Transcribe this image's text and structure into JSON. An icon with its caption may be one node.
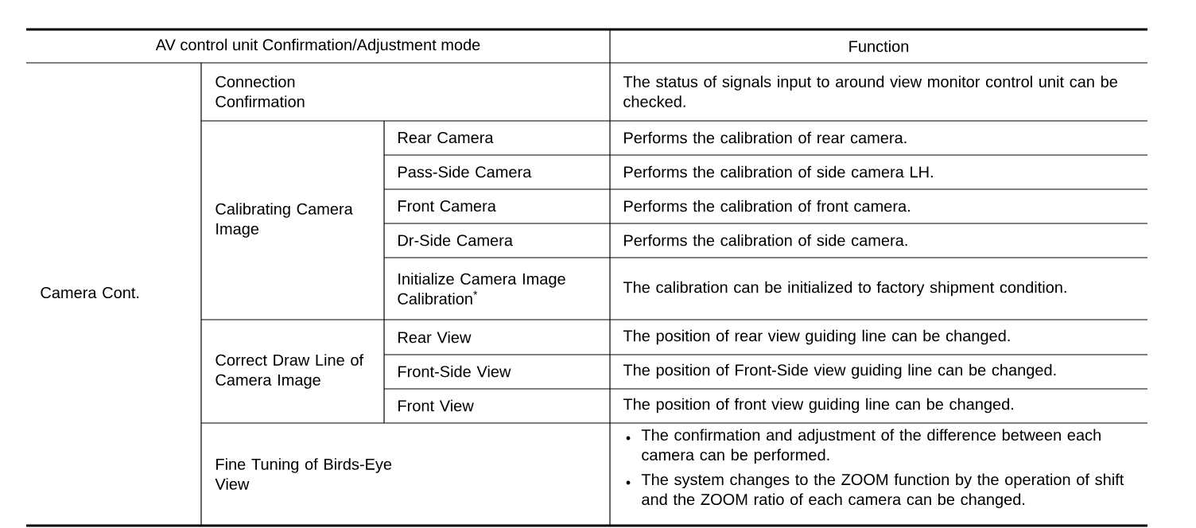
{
  "diagram": {
    "labels": [
      "AV control unit Confirmation/Adjustment mode",
      "Function",
      "Camera Cont.",
      "Connection Confirmation",
      "The status of signals input to around view monitor control unit can be checked.",
      "Calibrating Camera Image",
      "Rear Camera",
      "Performs the calibration of rear camera.",
      "Pass-Side Camera",
      "Performs the calibration of side camera LH.",
      "Front Camera",
      "Performs the calibration of front camera.",
      "Dr-Side Camera",
      "Performs the calibration of side camera.",
      "Initialize Camera Image Calibration$^{*}$",
      "The calibration can be initialized to factory shipment condition.",
      "Correct Draw Line of Camera Image",
      "Rear View",
      "The position of rear view guiding line can be changed.",
      "Front-Side View",
      "The position of Front-Side view guiding line can be changed.",
      "Front View",
      "The position of front view guiding line can be changed.",
      "Fine Tuning of Birds-Eye View",
      "The confirmation and adjustment of the difference between each camera can be performed.",
      "The system changes to the ZOOM function by the operation of shift and the ZOOM ratio of each camera can be changed."
    ]
  }
}
